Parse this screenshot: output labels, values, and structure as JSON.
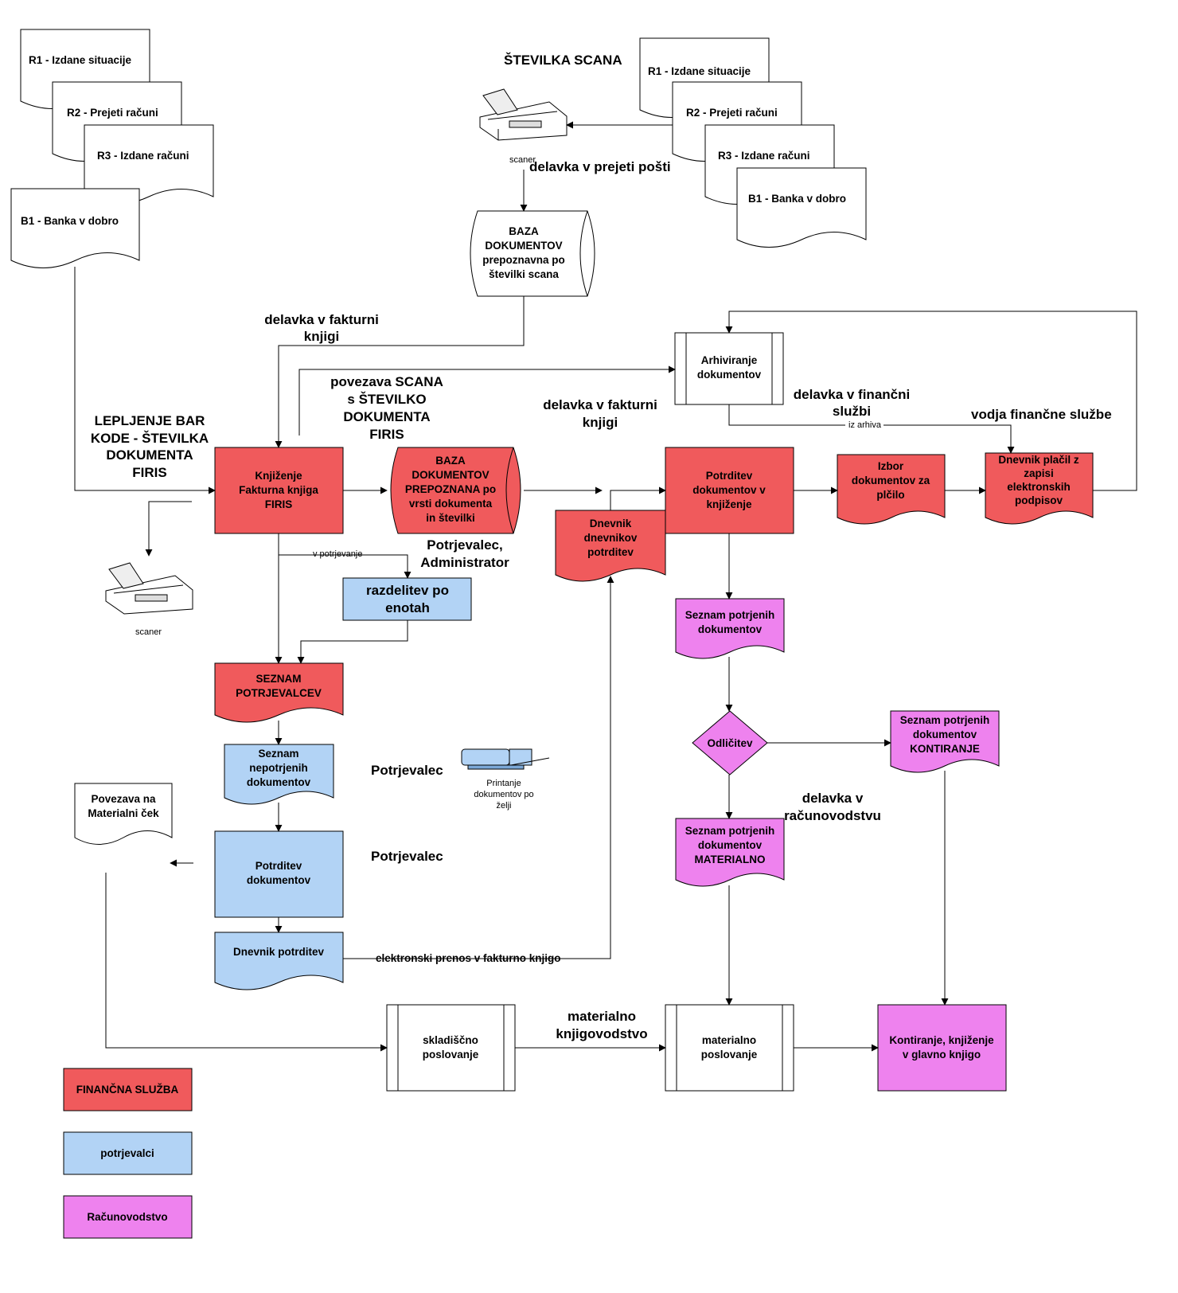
{
  "colors": {
    "financna": "#f05a5c",
    "potrjevalci": "#b2d3f5",
    "racunovodstvo": "#ee82ee",
    "white": "#ffffff",
    "line": "#000000"
  },
  "docs_left": {
    "r1": "R1 - Izdane situacije",
    "r2": "R2 - Prejeti računi",
    "r3": "R3 - Izdane računi",
    "b1": "B1 - Banka v dobro"
  },
  "docs_right": {
    "r1": "R1 - Izdane situacije",
    "r2": "R2 - Prejeti računi",
    "r3": "R3 - Izdane računi",
    "b1": "B1 - Banka v dobro"
  },
  "labels": {
    "stevilka_scana": "ŠTEVILKA SCANA",
    "scaner_top": "scaner",
    "delavka_prejeti": "delavka v prejeti pošti",
    "delavka_fakturni_1": [
      "delavka v fakturni",
      "knjigi"
    ],
    "povezava_scana": [
      "povezava SCANA",
      "s ŠTEVILKO",
      "DOKUMENTA",
      "FIRIS"
    ],
    "lepljenje": [
      "LEPLJENJE BAR",
      "KODE - ŠTEVILKA",
      "DOKUMENTA",
      "FIRIS"
    ],
    "delavka_fakturni_2": [
      "delavka v fakturni",
      "knjigi"
    ],
    "delavka_financni": [
      "delavka v finančni",
      "službi"
    ],
    "iz_arhiva": "iz arhiva",
    "vodja": "vodja finančne službe",
    "potrjevalec_admin": [
      "Potrjevalec,",
      "Administrator"
    ],
    "v_potrjevanje": "v potrjevanje",
    "scaner_bottom": "scaner",
    "potrjevalec_1": "Potrjevalec",
    "potrjevalec_2": "Potrjevalec",
    "printanje": [
      "Printanje",
      "dokumentov po",
      "želji"
    ],
    "delavka_racunovodstvu": [
      "delavka v",
      "računovodstvu"
    ],
    "elektronski_prenos": "elektronski prenos v fakturno knjigo",
    "materialno_knjigovodstvo": [
      "materialno",
      "knjigovodstvo"
    ]
  },
  "nodes": {
    "baza_top": [
      "BAZA",
      "DOKUMENTOV",
      "prepoznavna po",
      "številki scana"
    ],
    "arhiviranje": [
      "Arhiviranje",
      "dokumentov"
    ],
    "knjizenje": [
      "Knjiženje",
      "Fakturna knjiga",
      "FIRIS"
    ],
    "baza_mid": [
      "BAZA",
      "DOKUMENTOV",
      "PREPOZNANA po",
      "vrsti dokumenta",
      "in številki"
    ],
    "potrditev_knjizenje": [
      "Potrditev",
      "dokumentov v",
      "knjiženje"
    ],
    "izbor": [
      "Izbor",
      "dokumentov za",
      "plčilo"
    ],
    "dnevnik_placil": [
      "Dnevnik plačil z",
      "zapisi",
      "elektronskih",
      "podpisov"
    ],
    "dnevnik_dnevnikov": [
      "Dnevnik",
      "dnevnikov",
      "potrditev"
    ],
    "razdelitev": [
      "razdelitev po",
      "enotah"
    ],
    "seznam_potrjevalcev": [
      "SEZNAM",
      "POTRJEVALCEV"
    ],
    "seznam_nepotrjenih": [
      "Seznam",
      "nepotrjenih",
      "dokumentov"
    ],
    "povezava_material": [
      "Povezava na",
      "Materialni ček"
    ],
    "potrditev_dokumentov": [
      "Potrditev",
      "dokumentov"
    ],
    "dnevnik_potrditev": [
      "Dnevnik potrditev"
    ],
    "seznam_potrjenih": [
      "Seznam potrjenih",
      "dokumentov"
    ],
    "odlicitev": [
      "Odličitev"
    ],
    "seznam_kontiranje": [
      "Seznam potrjenih",
      "dokumentov",
      "KONTIRANJE"
    ],
    "seznam_materialno": [
      "Seznam potrjenih",
      "dokumentov",
      "MATERIALNO"
    ],
    "skladiscno": [
      "skladiščno",
      "poslovanje"
    ],
    "materialno_poslovanje": [
      "materialno",
      "poslovanje"
    ],
    "kontiranje": [
      "Kontiranje, knjiženje",
      "v glavno knjigo"
    ]
  },
  "legend": {
    "financna": "FINANČNA SLUŽBA",
    "potrjevalci": "potrjevalci",
    "racunovodstvo": "Računovodstvo"
  }
}
